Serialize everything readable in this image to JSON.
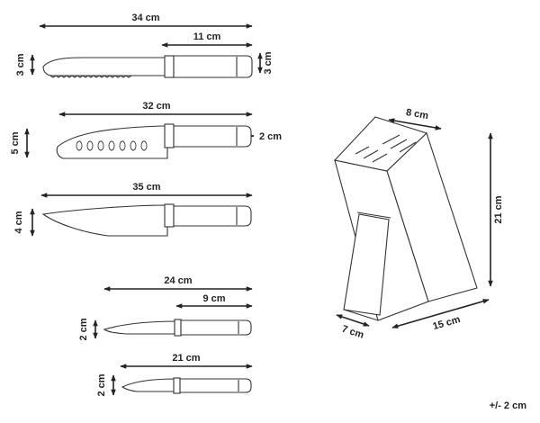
{
  "knives": {
    "bread": {
      "length": "34 cm",
      "handle": "11 cm",
      "blade_height": "3 cm",
      "handle_height": "3 cm"
    },
    "santoku": {
      "length": "32 cm",
      "blade_height": "5 cm",
      "handle_height": "2 cm"
    },
    "chef": {
      "length": "35 cm",
      "blade_height": "4 cm"
    },
    "utility": {
      "length": "24 cm",
      "handle": "9 cm",
      "blade_height": "2 cm"
    },
    "paring": {
      "length": "21 cm",
      "blade_height": "2 cm"
    }
  },
  "block": {
    "top_width": "8 cm",
    "height": "21 cm",
    "depth": "7 cm",
    "length": "15 cm"
  },
  "tolerance": "+/- 2 cm"
}
